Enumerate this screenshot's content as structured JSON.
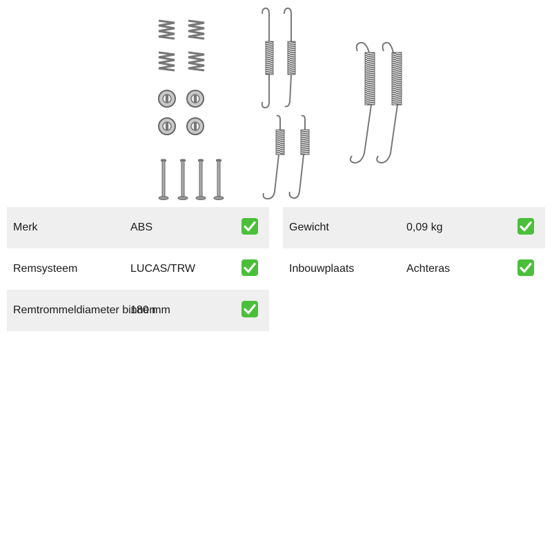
{
  "specs_left": [
    {
      "label": "Merk",
      "value": "ABS",
      "verified": true,
      "check_icon": "check-mark-button-icon"
    },
    {
      "label": "Remsysteem",
      "value": "LUCAS/TRW",
      "verified": true,
      "check_icon": "check-mark-button-icon"
    },
    {
      "label": "Remtrommeldiameter binnen",
      "value": "180 mm",
      "verified": true,
      "check_icon": "check-mark-button-icon"
    }
  ],
  "specs_right": [
    {
      "label": "Gewicht",
      "value": "0,09 kg",
      "verified": true,
      "check_icon": "check-mark-button-icon"
    },
    {
      "label": "Inbouwplaats",
      "value": "Achteras",
      "verified": true,
      "check_icon": "check-mark-button-icon"
    }
  ],
  "colors": {
    "row_shade": "#efefef",
    "check_green": "#4bbf3a",
    "part_metal": "#8a8a8a"
  }
}
